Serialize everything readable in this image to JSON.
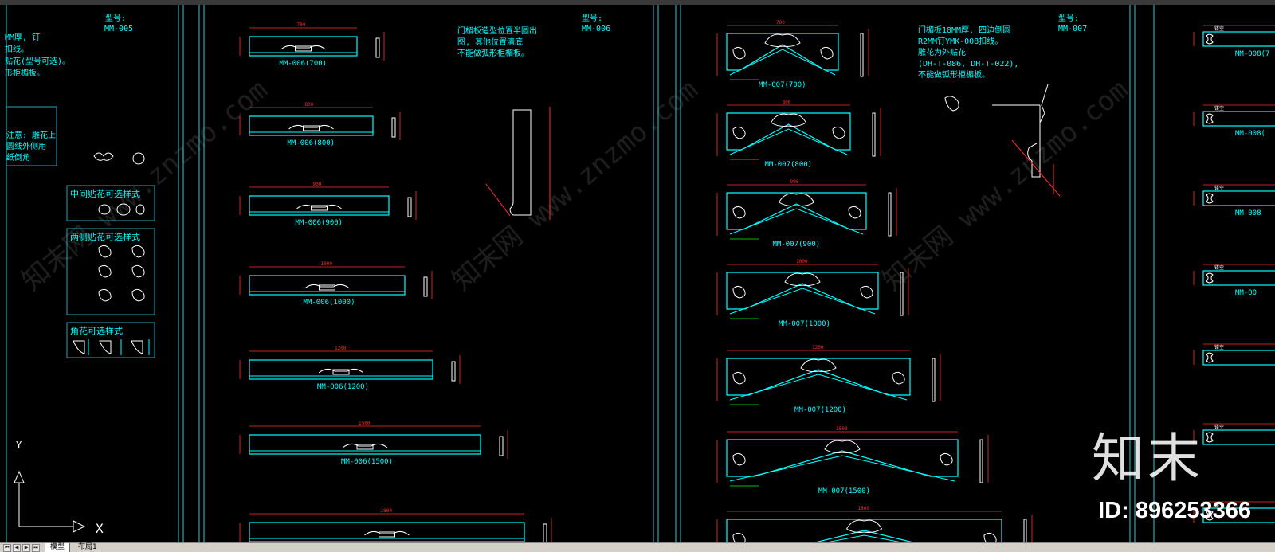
{
  "colors": {
    "bg": "#000000",
    "cyan": "#00ffff",
    "white": "#ffffff",
    "red": "#ff3030",
    "green": "#00ff00",
    "frame": "#2aa6b0"
  },
  "tabs": {
    "model": "模型",
    "layout1": "布局1"
  },
  "watermark": {
    "logo": "知末",
    "id": "ID: 896253366",
    "site": "知末网 www.znzmo.com"
  },
  "col1": {
    "model_label": "型号:",
    "model_code": "MM-005",
    "note_lines": [
      "MM厚, 钉",
      "扣线。",
      "贴花(型号可选)。",
      "形柜楣板。"
    ],
    "box_note": [
      "注意: 雕花上",
      "圆线外侧用",
      "纸倒角"
    ],
    "center_flower_title": "中间贴花可选样式",
    "side_flower_title": "两侧贴花可选样式",
    "corner_flower_title": "角花可选样式"
  },
  "col2": {
    "model_label": "型号:",
    "model_code": "MM-006",
    "note_lines": [
      "门楣板造型位置半圆出",
      "图, 其他位置清底",
      "不能做弧形柜楣板。"
    ],
    "panels": [
      {
        "label": "MM-006(700)",
        "dim": "700"
      },
      {
        "label": "MM-006(800)",
        "dim": "800"
      },
      {
        "label": "MM-006(900)",
        "dim": "900"
      },
      {
        "label": "MM-006(1000)",
        "dim": "1000"
      },
      {
        "label": "MM-006(1200)",
        "dim": "1200"
      },
      {
        "label": "MM-006(1500)",
        "dim": "1500"
      },
      {
        "label": "",
        "dim": "1800"
      }
    ]
  },
  "col3": {
    "model_label": "型号:",
    "model_code": "MM-007",
    "note_lines": [
      "门楣板18MM厚, 四边倒圆",
      "R2MM钉YMK-008扣线。",
      "雕花为外贴花",
      "(DH-T-086, DH-T-022),",
      "不能做弧形柜楣板。"
    ],
    "panels": [
      {
        "label": "MM-007(700)",
        "dim": "700"
      },
      {
        "label": "MM-007(800)",
        "dim": "800"
      },
      {
        "label": "MM-007(900)",
        "dim": "900"
      },
      {
        "label": "MM-007(1000)",
        "dim": "1000"
      },
      {
        "label": "MM-007(1200)",
        "dim": "1200"
      },
      {
        "label": "MM-007(1500)",
        "dim": "1500"
      },
      {
        "label": "",
        "dim": "1800"
      }
    ]
  },
  "col4": {
    "panels": [
      {
        "label": "MM-008(7",
        "tag": "镂空"
      },
      {
        "label": "MM-008(",
        "tag": "镂空"
      },
      {
        "label": "MM-008",
        "tag": "镂空"
      },
      {
        "label": "MM-00",
        "tag": "镂空"
      },
      {
        "label": "",
        "tag": "镂空"
      },
      {
        "label": "",
        "tag": "镂空"
      },
      {
        "label": "",
        "tag": "镂空"
      }
    ]
  },
  "ucs": {
    "x_label": "X",
    "y_label": "Y"
  }
}
